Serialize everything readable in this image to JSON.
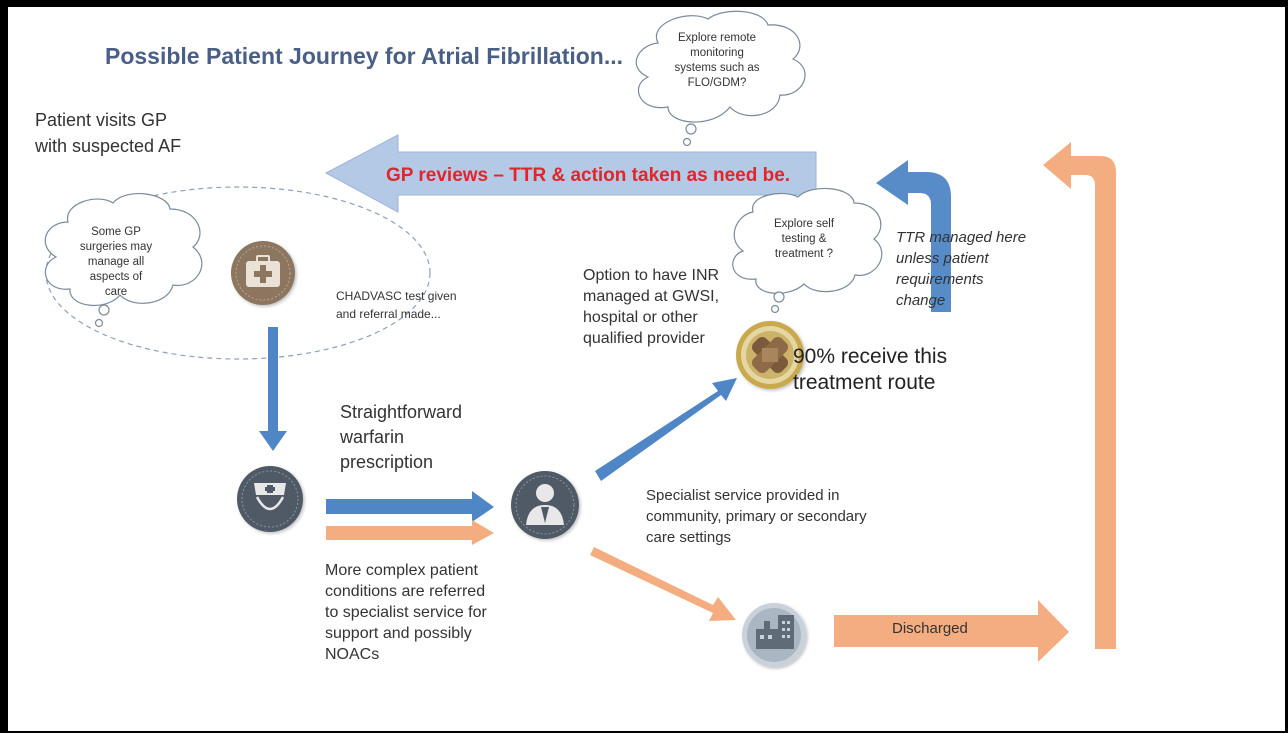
{
  "diagram": {
    "title": "Possible Patient Journey for Atrial Fibrillation...",
    "gp_visit": "Patient visits GP\nwith suspected  AF",
    "gp_reviews": "GP reviews – TTR & action taken as need be.",
    "cloud_remote": "Explore remote monitoring systems such as FLO/GDM?",
    "cloud_gp_surgeries": "Some GP surgeries may manage all aspects of care",
    "cloud_self_testing": "Explore self testing & treatment ?",
    "chadvasc": "CHADVASC test given\nand referral made...",
    "straightforward": "Straightforward\nwarfarin\nprescription",
    "complex": "More complex patient\nconditions are referred\nto specialist service for\nsupport and possibly\nNOACs",
    "inr_option": "Option to have INR\nmanaged at GWSI,\nhospital or other\nqualified provider",
    "ninety_percent": "90% receive this\ntreatment route",
    "ttr_managed": "TTR managed here\nunless patient\nrequirements\nchange",
    "specialist_service": "Specialist service provided in\ncommunity, primary or secondary\ncare settings",
    "discharged": "Discharged"
  },
  "colors": {
    "title": "#4a5f86",
    "blue_arrow": "#4f86c6",
    "orange_arrow": "#f4ad80",
    "light_blue_arrow": "#b4c9e6",
    "red_text": "#e0262b",
    "icon_grey": "#4f5a66",
    "icon_brown": "#8c7660",
    "icon_gold": "#c9a94b"
  },
  "icons": [
    "first-aid-kit-icon",
    "nurse-icon",
    "doctor-icon",
    "bandage-icon",
    "hospital-icon"
  ]
}
